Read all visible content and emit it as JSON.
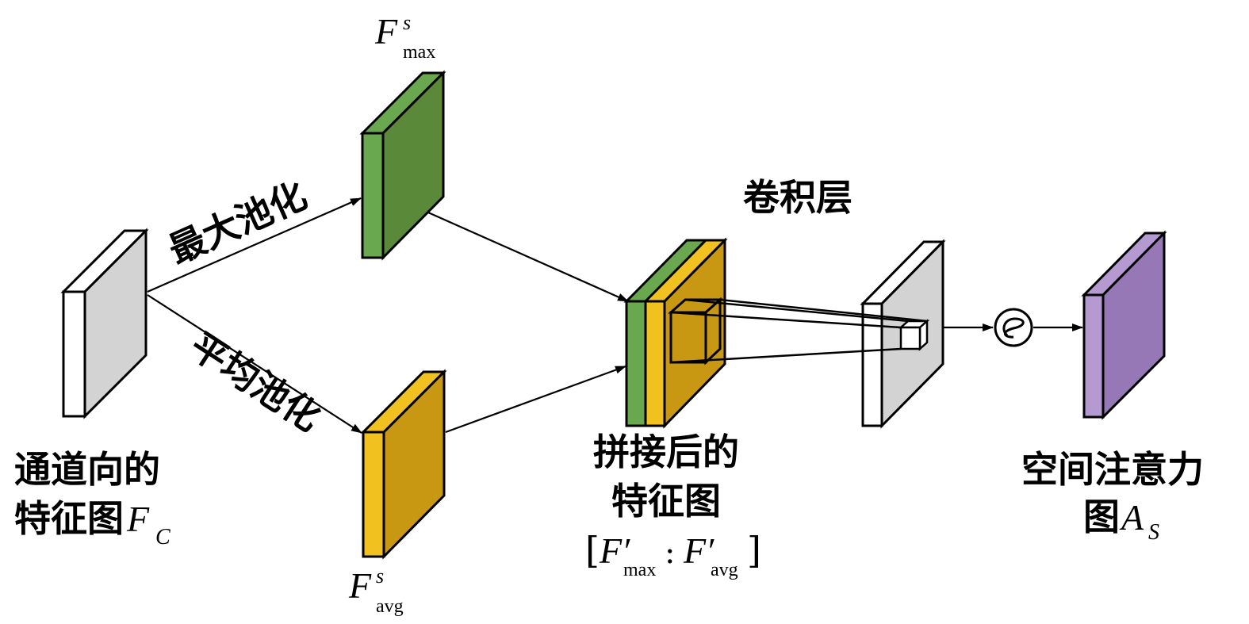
{
  "labels": {
    "input_line1": "通道向的",
    "input_line2": "特征图",
    "input_symbol": "F",
    "input_sub": "C",
    "max_pool": "最大池化",
    "avg_pool": "平均池化",
    "fmax_symbol": "F",
    "fmax_sup": "s",
    "fmax_sub": "max",
    "favg_symbol": "F",
    "favg_sup": "s",
    "favg_sub": "avg",
    "concat_line1": "拼接后的",
    "concat_line2": "特征图",
    "concat_formula_open": "[",
    "concat_formula_f1": "F′",
    "concat_formula_sub1": "max",
    "concat_formula_colon": ":",
    "concat_formula_f2": "F′",
    "concat_formula_sub2": "avg",
    "concat_formula_close": "]",
    "conv_layer": "卷积层",
    "sigmoid": "σ",
    "output_line1": "空间注意力",
    "output_line2": "图",
    "output_symbol": "A",
    "output_sub": "S"
  },
  "colors": {
    "input_front": "#ffffff",
    "input_face": "#d3d3d3",
    "max_front": "#6aa84f",
    "max_face": "#5a8a39",
    "avg_front": "#f1c21f",
    "avg_face": "#c99812",
    "concat_green_front": "#6aa84f",
    "concat_yellow_front": "#f1c21f",
    "concat_face": "#c99812",
    "conv_front": "#ffffff",
    "conv_face": "#d3d3d3",
    "output_front": "#b49ad0",
    "output_face": "#9678b6"
  }
}
